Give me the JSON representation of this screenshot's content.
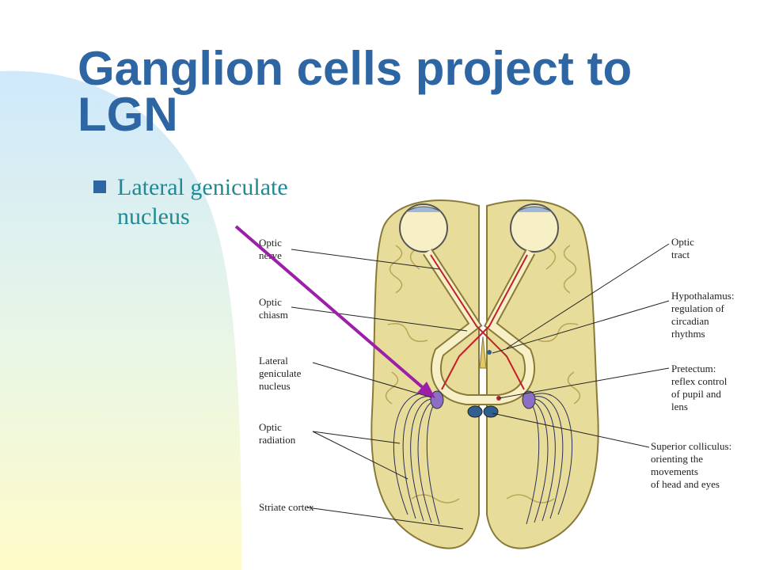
{
  "slide": {
    "title": "Ganglion cells project to LGN",
    "bullet": "Lateral geniculate nucleus"
  },
  "diagram": {
    "labels_left": [
      {
        "line1": "Optic",
        "line2": "nerve"
      },
      {
        "line1": "Optic",
        "line2": "chiasm"
      },
      {
        "line1": "Lateral",
        "line2": "geniculate",
        "line3": "nucleus"
      },
      {
        "line1": "Optic",
        "line2": "radiation"
      },
      {
        "line1": "Striate cortex"
      }
    ],
    "labels_right": [
      {
        "line1": "Optic",
        "line2": "tract"
      },
      {
        "line1": "Hypothalamus:",
        "line2": "regulation of",
        "line3": "circadian",
        "line4": "rhythms"
      },
      {
        "line1": "Pretectum:",
        "line2": "reflex control",
        "line3": "of pupil and",
        "line4": "lens"
      },
      {
        "line1": "Superior colliculus:",
        "line2": "orienting the",
        "line3": "movements",
        "line4": "of head and eyes"
      }
    ]
  },
  "colors": {
    "title": "#2e66a3",
    "bullet_text": "#1f8a96",
    "arrow": "#9b1fa8",
    "brain": "#e8dc9a",
    "brain_outline": "#8a7a3a",
    "pathway": "#f7f0c6",
    "red_fibers": "#c0202a",
    "radiation": "#2a2f5c",
    "lgn": "#8a6fc4",
    "colliculus": "#2f5f8f",
    "bg_curve_top": "#cfe9fb",
    "bg_curve_bottom": "#fffbc8"
  },
  "icons": {
    "bullet": "square-bullet-icon",
    "arrow": "arrow-icon",
    "brain": "brain-diagram"
  }
}
